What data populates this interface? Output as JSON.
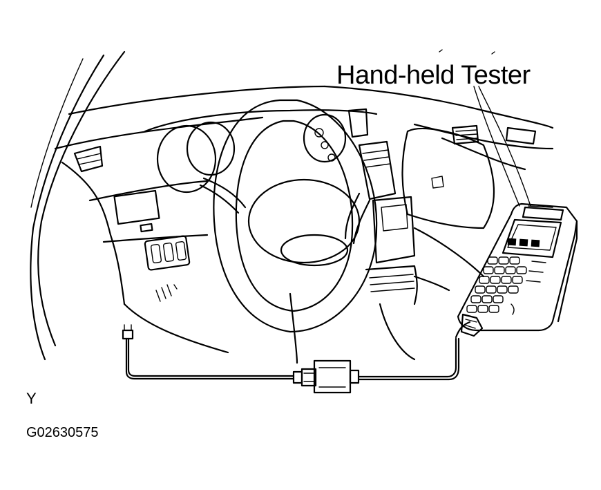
{
  "diagram": {
    "callout_label": "Hand-held Tester",
    "corner_mark": "Y",
    "figure_id": "G02630575"
  },
  "colors": {
    "ink": "#000000",
    "background": "#ffffff"
  },
  "parts": [
    "a-pillar-icon",
    "dashboard-icon",
    "steering-wheel-icon",
    "instrument-cluster-icon",
    "center-console-icon",
    "dlc3-connector-icon",
    "adapter-connector-icon",
    "tester-cable-icon",
    "hand-held-tester-icon"
  ]
}
